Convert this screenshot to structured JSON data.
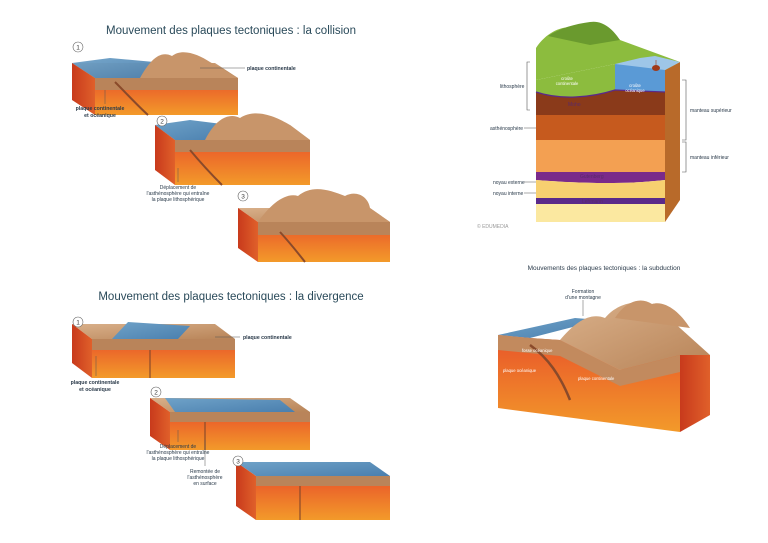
{
  "collision": {
    "title": "Mouvement des plaques tectoniques : la collision",
    "steps": [
      "1",
      "2",
      "3"
    ],
    "label_continental": "plaque continentale",
    "label_cont_ocean_1": "plaque continentale",
    "label_cont_ocean_2": "et océanique",
    "label_disp_1": "Déplacement de",
    "label_disp_2": "l'asthénosphère qui entraîne",
    "label_disp_3": "la plaque lithosphérique"
  },
  "structure": {
    "label_lithosphere": "lithosphère",
    "label_asthenosphere": "asthénosphère",
    "label_noyau_externe": "noyau externe",
    "label_noyau_interne": "noyau interne",
    "label_manteau_sup": "manteau supérieur",
    "label_manteau_inf": "manteau inférieur",
    "label_croute_cont_1": "croûte",
    "label_croute_cont_2": "continentale",
    "label_croute_ocean_1": "croûte",
    "label_croute_ocean_2": "océanique",
    "label_moho": "Moho",
    "label_gutenberg": "Gutenberg",
    "label_lehmann": "Lehmann",
    "credit": "© EDUMEDIA"
  },
  "divergence": {
    "title": "Mouvement des plaques tectoniques : la divergence",
    "steps": [
      "1",
      "2",
      "3"
    ],
    "label_continental": "plaque continentale",
    "label_cont_ocean_1": "plaque continentale",
    "label_cont_ocean_2": "et océanique",
    "label_disp_1": "Déplacement de",
    "label_disp_2": "l'asthénosphère qui entraîne",
    "label_disp_3": "la plaque lithosphérique",
    "label_rem_1": "Remontée de",
    "label_rem_2": "l'asthénosphère",
    "label_rem_3": "en surface"
  },
  "subduction": {
    "title": "Mouvements des plaques tectoniques : la subduction",
    "label_formation_1": "Formation",
    "label_formation_2": "d'une montagne",
    "label_fosse": "fosse océanique",
    "label_plaque_ocean": "plaque océanique",
    "label_plaque_cont": "plaque continentale"
  }
}
